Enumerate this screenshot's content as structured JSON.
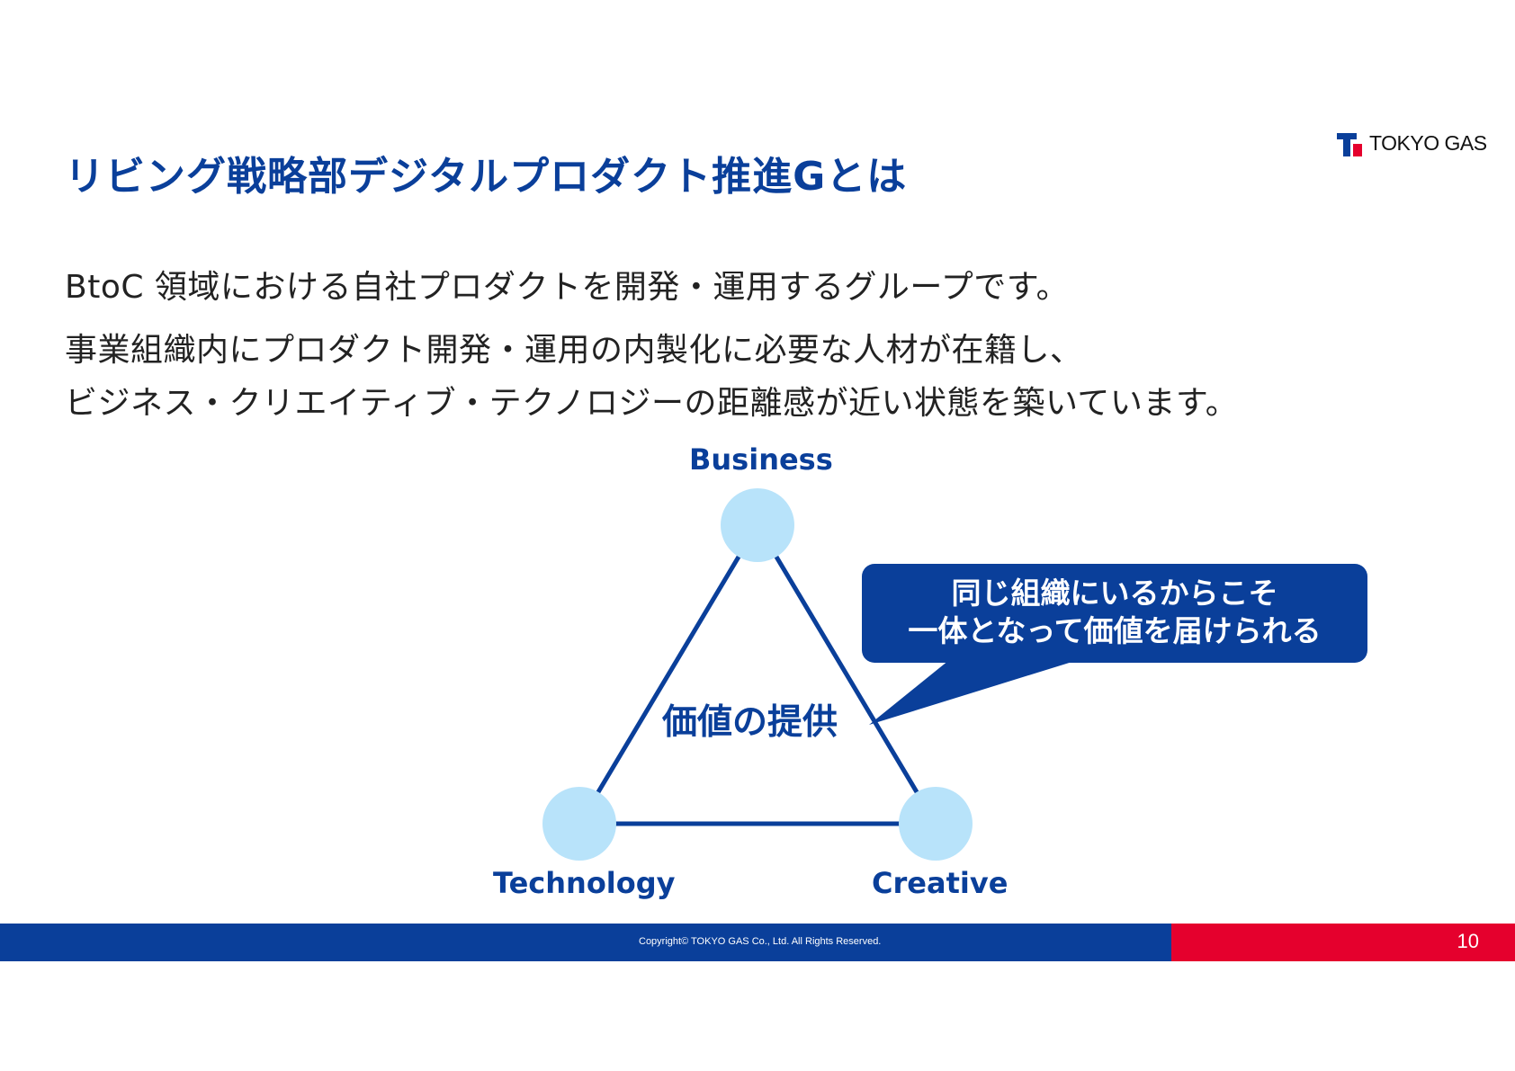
{
  "slide": {
    "title": "リビング戦略部デジタルプロダクト推進Gとは",
    "logo_text": "TOKYO GAS",
    "body": [
      "BtoC 領域における自社プロダクトを開発・運用するグループです。",
      "事業組織内にプロダクト開発・運用の内製化に必要な人材が在籍し、",
      "ビジネス・クリエイティブ・テクノロジーの距離感が近い状態を築いています。"
    ]
  },
  "diagram": {
    "nodes": {
      "top": "Business",
      "left": "Technology",
      "right": "Creative"
    },
    "center": "価値の提供",
    "callout": [
      "同じ組織にいるからこそ",
      "一体となって価値を届けられる"
    ]
  },
  "footer": {
    "copyright": "Copyright© TOKYO GAS Co., Ltd. All Rights Reserved.",
    "page": "10"
  },
  "colors": {
    "brand_blue": "#0a3f9a",
    "brand_red": "#e5002d",
    "node_fill": "#b8e3fa"
  }
}
